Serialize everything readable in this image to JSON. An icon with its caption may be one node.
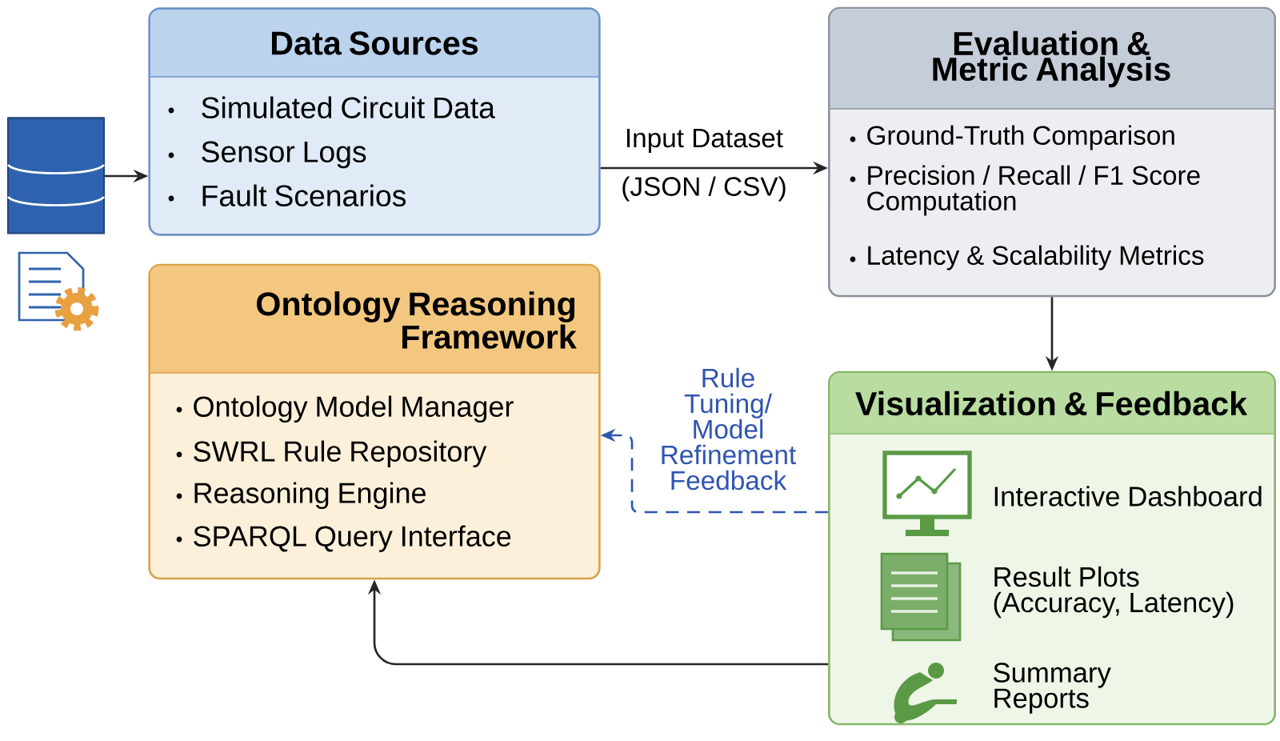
{
  "diagram": {
    "nodes": [
      {
        "text": [],
        "shape": "cylinder"
      },
      {
        "text": [
          "Data Sources",
          "Simulated Circuit Data",
          "Sensor Logs",
          "Fault Scenarios"
        ]
      },
      {
        "text": [
          "Evaluation & Metric Analysis",
          "Ground-Truth Comparison",
          "Precision / Recall / F1 Score Computation",
          "Latency & Scalability Metrics"
        ]
      },
      {
        "text": [
          "Ontology Reasoning Framework",
          "Ontology Model Manager",
          "SWRL Rule Repository",
          "Reasoning Engine",
          "SPARQL Query Interface"
        ]
      },
      {
        "text": [
          "Visualization & Feedback",
          "Interactive Dashboard",
          "Result Plots (Accuracy, Latency)",
          "Summary Reports"
        ]
      }
    ],
    "edges": [
      {
        "from": 0,
        "to": 1,
        "arrow": "to"
      },
      {
        "from": 1,
        "to": 2,
        "arrow": "to",
        "label": "Input Dataset"
      },
      {
        "from": 2,
        "to": 4,
        "arrow": "to"
      },
      {
        "from": 4,
        "to": 3,
        "arrow": "to"
      },
      {
        "from": 4,
        "to": 3,
        "arrow": "to",
        "label": "Rule Tuning/ Model Refinement Feedback",
        "style": "dashed",
        "color": "#2f55b0"
      }
    ],
    "labels": [
      "(JSON / CSV)"
    ]
  }
}
